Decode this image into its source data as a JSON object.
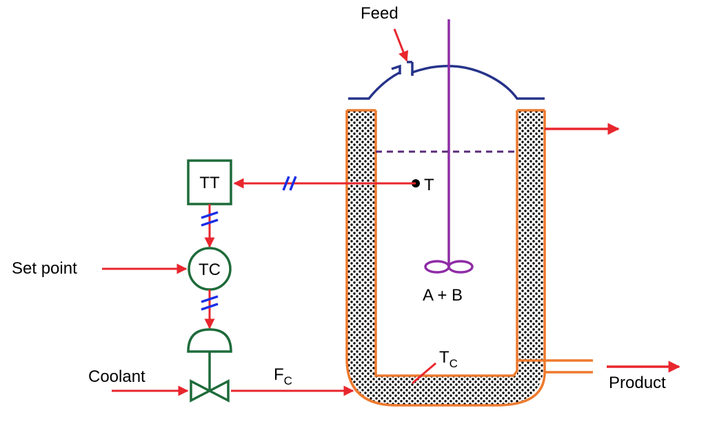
{
  "labels": {
    "feed": "Feed",
    "set_point": "Set point",
    "coolant": "Coolant",
    "fc_main": "F",
    "fc_sub": "C",
    "tc_main": "T",
    "tc_sub": "C",
    "t_point": "T",
    "mix": "A + B",
    "product": "Product"
  },
  "instruments": {
    "transmitter": "TT",
    "controller": "TC"
  },
  "colors": {
    "pipe_red": "#e8262d",
    "instrument_green": "#1e6b3a",
    "signal_blue": "#1a2ee6",
    "head_navy": "#26338a",
    "jacket_orange": "#ee7a2e",
    "agitator_purple": "#8e2ca6",
    "level_purple": "#5a2a7a"
  }
}
